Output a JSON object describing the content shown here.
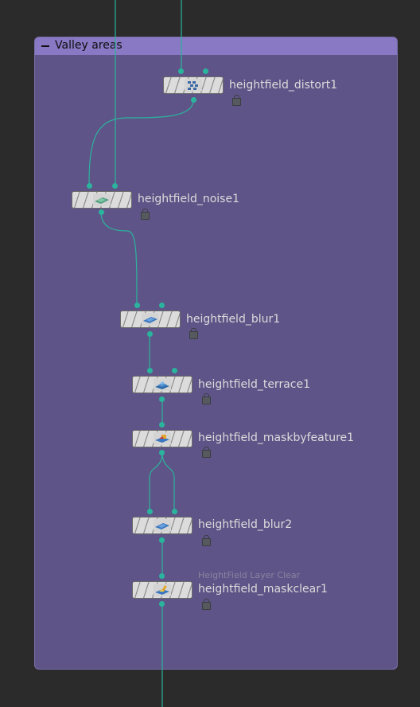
{
  "network_box": {
    "title": "Valley areas",
    "collapse_icon": "minus-icon",
    "color": "#5f5487",
    "header_color": "#8978c4"
  },
  "wire_color": "#2ab49d",
  "nodes": [
    {
      "id": "heightfield_distort1",
      "label": "heightfield_distort1",
      "icon": "distort-icon"
    },
    {
      "id": "heightfield_noise1",
      "label": "heightfield_noise1",
      "icon": "noise-icon"
    },
    {
      "id": "heightfield_blur1",
      "label": "heightfield_blur1",
      "icon": "blur-icon"
    },
    {
      "id": "heightfield_terrace1",
      "label": "heightfield_terrace1",
      "icon": "terrace-icon"
    },
    {
      "id": "heightfield_maskbyfeature1",
      "label": "heightfield_maskbyfeature1",
      "icon": "mask-by-feature-icon"
    },
    {
      "id": "heightfield_blur2",
      "label": "heightfield_blur2",
      "icon": "blur-icon"
    },
    {
      "id": "heightfield_maskclear1",
      "label": "heightfield_maskclear1",
      "icon": "mask-clear-icon",
      "comment": "HeightField Layer Clear"
    }
  ]
}
